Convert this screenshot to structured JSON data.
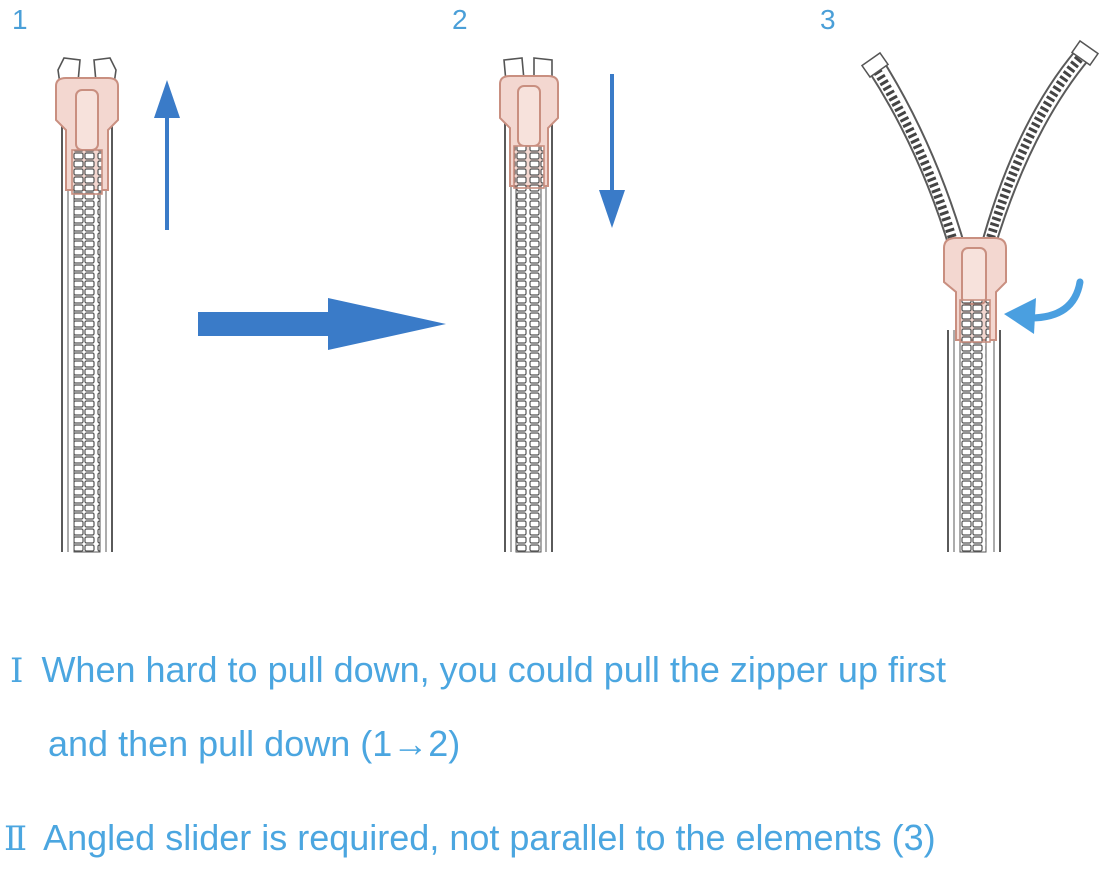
{
  "steps": {
    "one": "1",
    "two": "2",
    "three": "3"
  },
  "notes": {
    "first": {
      "marker": "Ⅰ",
      "line1": "When hard to pull down, you could pull the zipper up first",
      "line2": "and then pull down (1→2)"
    },
    "second": {
      "marker": "Ⅱ",
      "text": "Angled slider is required, not parallel to the elements (3)"
    }
  },
  "colors": {
    "accent_arrow": "#3a7bc8",
    "accent_text": "#4ba6e0",
    "slider_tint": "#f3d7d0",
    "slider_stroke": "#d49a8c",
    "zipper_line": "#5a5a5a"
  }
}
